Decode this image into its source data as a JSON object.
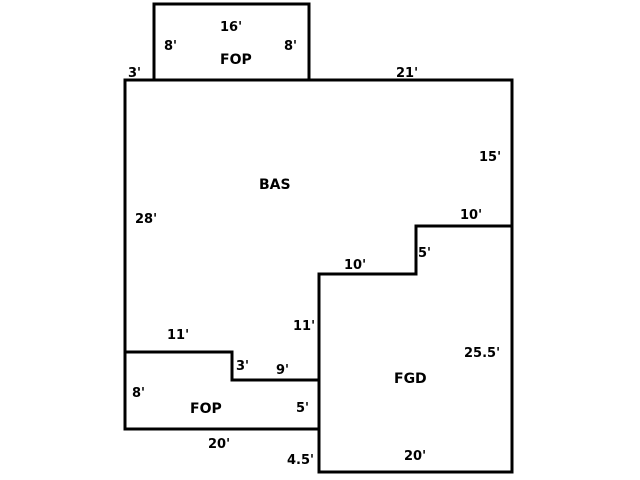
{
  "areas": {
    "bas": "BAS",
    "fop_top": "FOP",
    "fop_bottom": "FOP",
    "fgd": "FGD"
  },
  "dimensions": {
    "fop_top_width": "16'",
    "fop_top_left": "8'",
    "fop_top_right": "8'",
    "bas_top_left_offset": "3'",
    "bas_top_right": "21'",
    "bas_right": "15'",
    "bas_step_top": "10'",
    "bas_step_vertical": "5'",
    "bas_step_mid": "10'",
    "bas_left": "28'",
    "bas_fgd_shared": "11'",
    "bas_bottom_left": "11'",
    "bas_bottom_step": "3'",
    "bas_bottom_mid": "9'",
    "fop_bottom_left": "8'",
    "fop_bottom_right": "5'",
    "fop_bottom_width": "20'",
    "fgd_left_lower": "4.5'",
    "fgd_right": "25.5'",
    "fgd_bottom": "20'"
  }
}
